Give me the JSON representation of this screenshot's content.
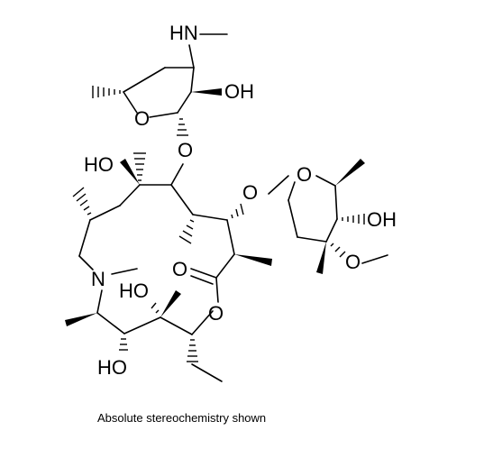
{
  "caption": "Absolute stereochemistry shown",
  "atom_labels": {
    "nhme_hn": "HN",
    "desosamine_oh": "OH",
    "desosamine_ring_o": "O",
    "glycosidic_o_desosamine": "O",
    "tertiary_ho": "HO",
    "glycosidic_o_cladinose": "O",
    "cladinose_ring_o": "O",
    "cladinose_oh": "OH",
    "cladinose_ome": "O",
    "ring_n": "N",
    "lactone_carbonyl_o": "O",
    "lactone_ring_o": "O",
    "lower_ho": "HO",
    "bottom_ho": "HO"
  },
  "colors": {
    "ink": "#000000",
    "background": "#ffffff"
  }
}
